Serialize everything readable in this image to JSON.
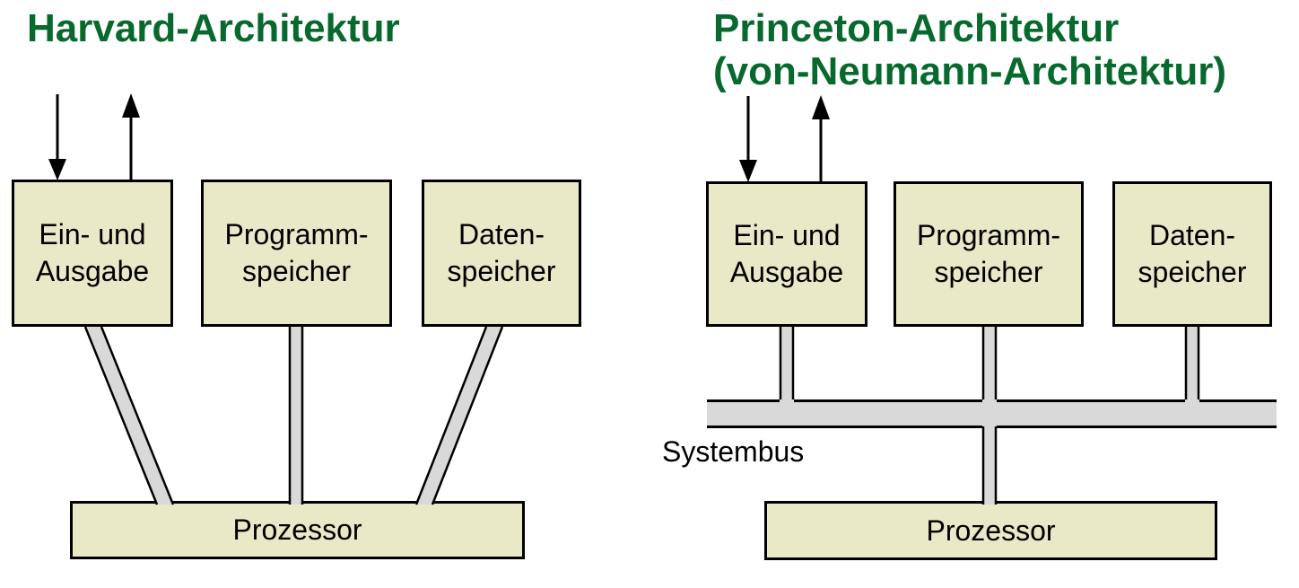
{
  "colors": {
    "title_green": "#07692d",
    "box_fill": "#e9e9c8",
    "connector_fill": "#d9d9d9",
    "outline": "#000000",
    "background": "#ffffff",
    "label_text": "#000000"
  },
  "harvard": {
    "title": "Harvard-Architektur",
    "io_box": {
      "line1": "Ein- und",
      "line2": "Ausgabe"
    },
    "program_box": {
      "line1": "Programm-",
      "line2": "speicher"
    },
    "data_box": {
      "line1": "Daten-",
      "line2": "speicher"
    },
    "processor_label": "Prozessor"
  },
  "princeton": {
    "title_line1": "Princeton-Architektur",
    "title_line2": "(von-Neumann-Architektur)",
    "io_box": {
      "line1": "Ein- und",
      "line2": "Ausgabe"
    },
    "program_box": {
      "line1": "Programm-",
      "line2": "speicher"
    },
    "data_box": {
      "line1": "Daten-",
      "line2": "speicher"
    },
    "bus_label": "Systembus",
    "processor_label": "Prozessor"
  }
}
